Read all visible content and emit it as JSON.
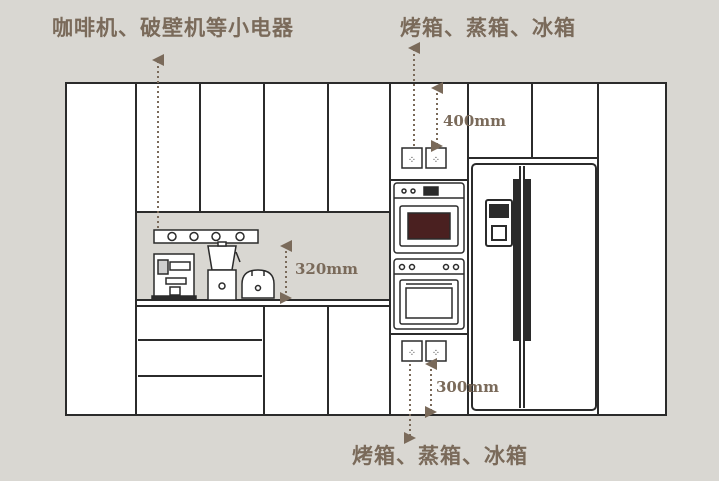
{
  "labels": {
    "small_appliances": "咖啡机、破壁机等小电器",
    "top_appliances": "烤箱、蒸箱、冰箱",
    "bottom_appliances": "烤箱、蒸箱、冰箱"
  },
  "dimensions": {
    "top_socket_height": "400mm",
    "counter_socket_height": "320mm",
    "bottom_socket_height": "300mm"
  },
  "colors": {
    "background": "#d9d7d2",
    "line": "#2b2b2b",
    "annotation": "#7a6a5a",
    "cabinet_fill": "#ffffff"
  }
}
